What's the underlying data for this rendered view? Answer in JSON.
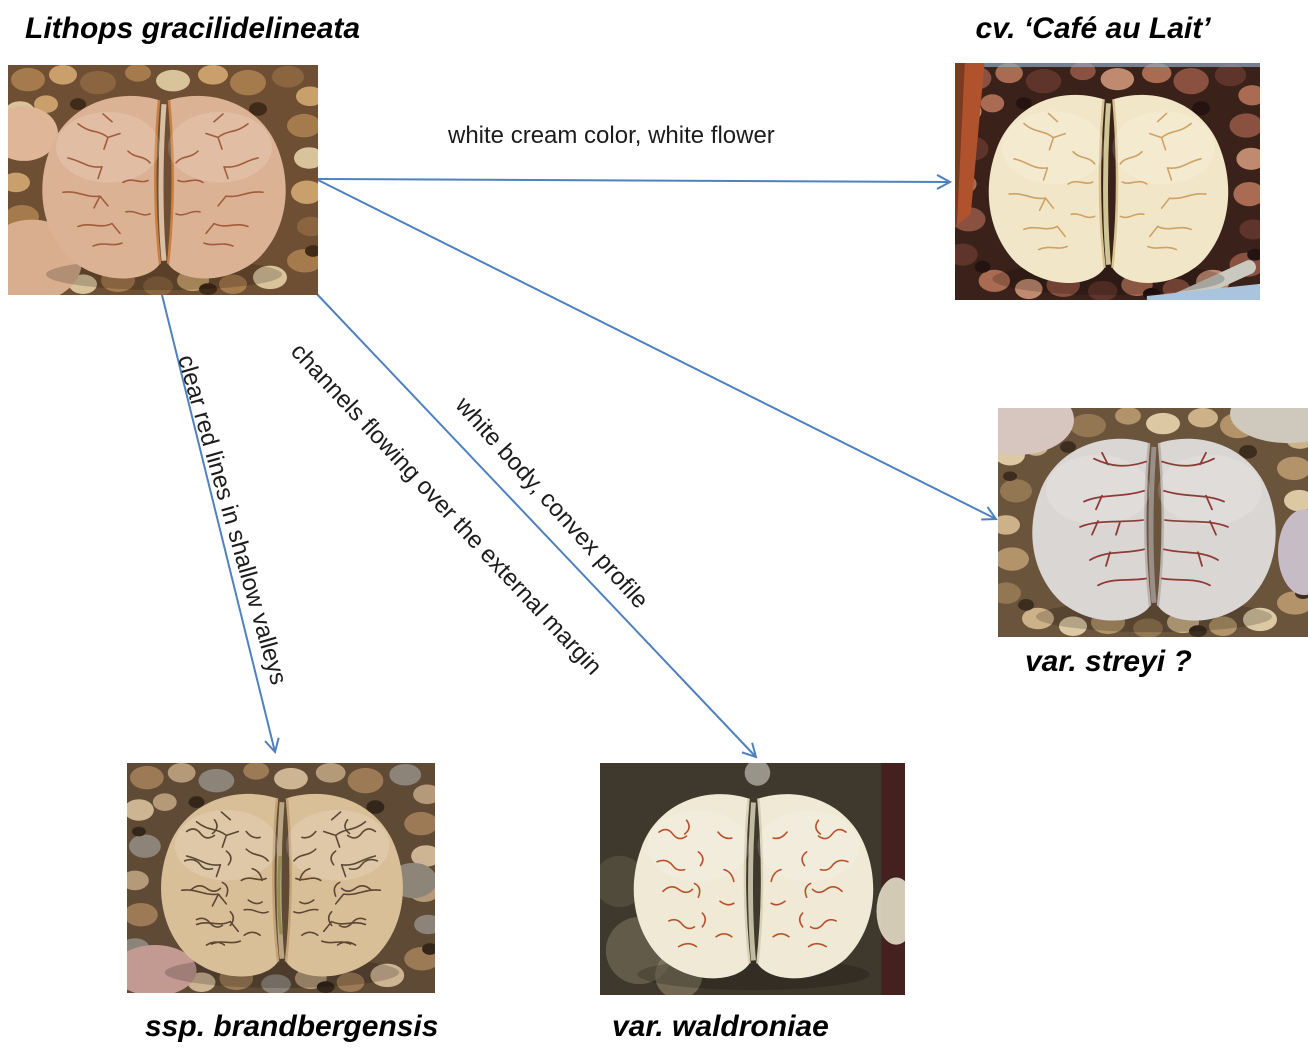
{
  "palette": {
    "background": "#ffffff",
    "arrow_color": "#4f81bd",
    "label_text_color": "#000000",
    "edge_text_color": "#1c1c1c"
  },
  "nodes": {
    "root": {
      "label": "Lithops gracilidelineata",
      "photo_alt": "pinkish-tan two-lobed lithops with red-brown dendritic lines, in sandy brown gravel"
    },
    "cafe_au_lait": {
      "label": "cv. ‘Café au Lait’",
      "photo_alt": "cream colored lithops pair with faint tan wrinkles, red lava gravel, terracotta pot corner at left"
    },
    "streyi": {
      "label": "var. streyi ?",
      "photo_alt": "whitish-grey lithops pair with thin clear red branching lines, tan gravel"
    },
    "brandbergensis": {
      "label": "ssp. brandbergensis",
      "photo_alt": "tan lithops pair with dark dendritic lines in shallow valleys, mixed brown and grey pebbles"
    },
    "waldroniae": {
      "label": "var. waldroniae",
      "photo_alt": "cream-white lithops pair with dense red channels flowing over the margins, dark blurred background"
    }
  },
  "edges": [
    {
      "from": "root",
      "to": "cafe_au_lait",
      "label": "white cream color, white flower"
    },
    {
      "from": "root",
      "to": "streyi",
      "label": "white body, convex profile"
    },
    {
      "from": "root",
      "to": "waldroniae",
      "label": "channels flowing over the external margin"
    },
    {
      "from": "root",
      "to": "brandbergensis",
      "label": "clear red lines in shallow valleys"
    }
  ]
}
